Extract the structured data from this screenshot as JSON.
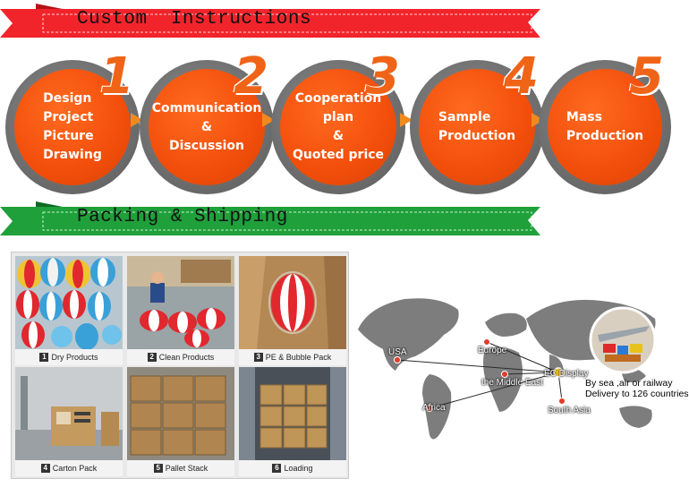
{
  "custom_banner": {
    "title": "Custom  Instructions",
    "color": "#f2242b"
  },
  "packing_banner": {
    "title": "Packing & Shipping",
    "color": "#1fa03a"
  },
  "steps": [
    {
      "num": "1",
      "label": "Design\nProject\nPicture\nDrawing"
    },
    {
      "num": "2",
      "label": "Communication\n&\nDiscussion"
    },
    {
      "num": "3",
      "label": "Cooperation plan\n&\nQuoted price"
    },
    {
      "num": "4",
      "label": "Sample\nProduction"
    },
    {
      "num": "5",
      "label": "Mass\nProduction"
    }
  ],
  "packing": [
    {
      "num": "1",
      "caption": "Dry Products"
    },
    {
      "num": "2",
      "caption": "Clean Products"
    },
    {
      "num": "3",
      "caption": "PE & Bubble Pack"
    },
    {
      "num": "4",
      "caption": "Carton Pack"
    },
    {
      "num": "5",
      "caption": "Pallet Stack"
    },
    {
      "num": "6",
      "caption": "Loading"
    }
  ],
  "map": {
    "destinations": [
      "USA",
      "Europe",
      "the Middle East",
      "Africa",
      "South Asia"
    ],
    "origin": "EC Display",
    "shipping_line1": "By sea ,air or railway",
    "shipping_line2": "Delivery to 126 countries"
  },
  "colors": {
    "orange": "#f24e0b",
    "arrow": "#f08a1e",
    "red_stripe": "#e0282e",
    "blue_stripe": "#3aa0d8"
  }
}
